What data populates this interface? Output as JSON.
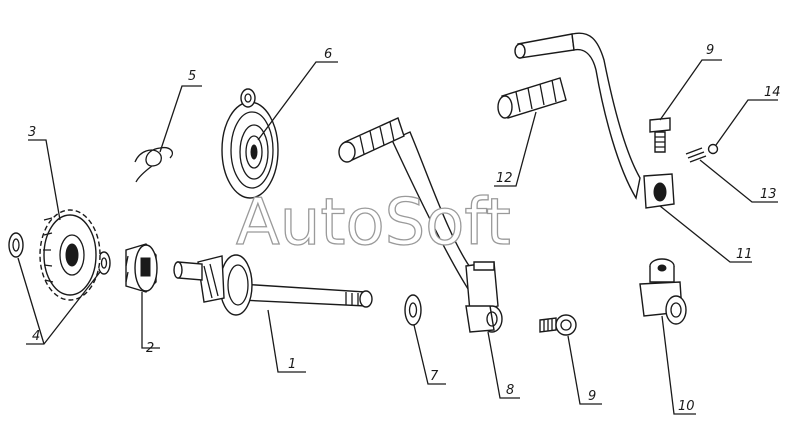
{
  "watermark": "AutoSoft",
  "callouts": [
    {
      "id": "p1",
      "label": "1"
    },
    {
      "id": "p2",
      "label": "2"
    },
    {
      "id": "p3",
      "label": "3"
    },
    {
      "id": "p4",
      "label": "4"
    },
    {
      "id": "p5",
      "label": "5"
    },
    {
      "id": "p6",
      "label": "6"
    },
    {
      "id": "p7",
      "label": "7"
    },
    {
      "id": "p8",
      "label": "8"
    },
    {
      "id": "p9a",
      "label": "9"
    },
    {
      "id": "p9b",
      "label": "9"
    },
    {
      "id": "p10",
      "label": "10"
    },
    {
      "id": "p11",
      "label": "11"
    },
    {
      "id": "p12",
      "label": "12"
    },
    {
      "id": "p13",
      "label": "13"
    },
    {
      "id": "p14",
      "label": "14"
    }
  ]
}
